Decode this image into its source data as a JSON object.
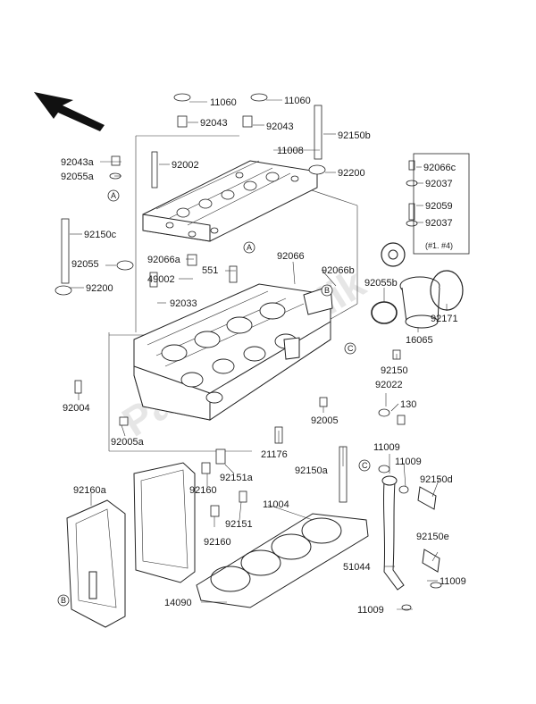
{
  "watermark": "PartsRepublik",
  "refs": {
    "a": "A",
    "b": "B",
    "c": "C"
  },
  "note": "(#1. #4)",
  "parts": {
    "p11060_1": "11060",
    "p11060_2": "11060",
    "p92043_1": "92043",
    "p92043_2": "92043",
    "p92150b": "92150b",
    "p11008": "11008",
    "p92043a": "92043a",
    "p92055a": "92055a",
    "p92002": "92002",
    "p92200_1": "92200",
    "p92066c": "92066c",
    "p92037_1": "92037",
    "p92059": "92059",
    "p92037_2": "92037",
    "p92150c": "92150c",
    "p92055": "92055",
    "p92200_2": "92200",
    "p92066a": "92066a",
    "p551": "551",
    "p49002": "49002",
    "p92066": "92066",
    "p92066b": "92066b",
    "p92055b": "92055b",
    "p92033": "92033",
    "p92171": "92171",
    "p16065": "16065",
    "p92150": "92150",
    "p92022": "92022",
    "p130": "130",
    "p92004": "92004",
    "p92005": "92005",
    "p92005a": "92005a",
    "p21176": "21176",
    "p11009_1": "11009",
    "p11009_2": "11009",
    "p92150a": "92150a",
    "p92151a": "92151a",
    "p92160a": "92160a",
    "p92160_1": "92160",
    "p11004": "11004",
    "p92150d": "92150d",
    "p92151": "92151",
    "p92160_2": "92160",
    "p92150e": "92150e",
    "p51044": "51044",
    "p11009_3": "11009",
    "p14090": "14090",
    "p11009_4": "11009"
  }
}
